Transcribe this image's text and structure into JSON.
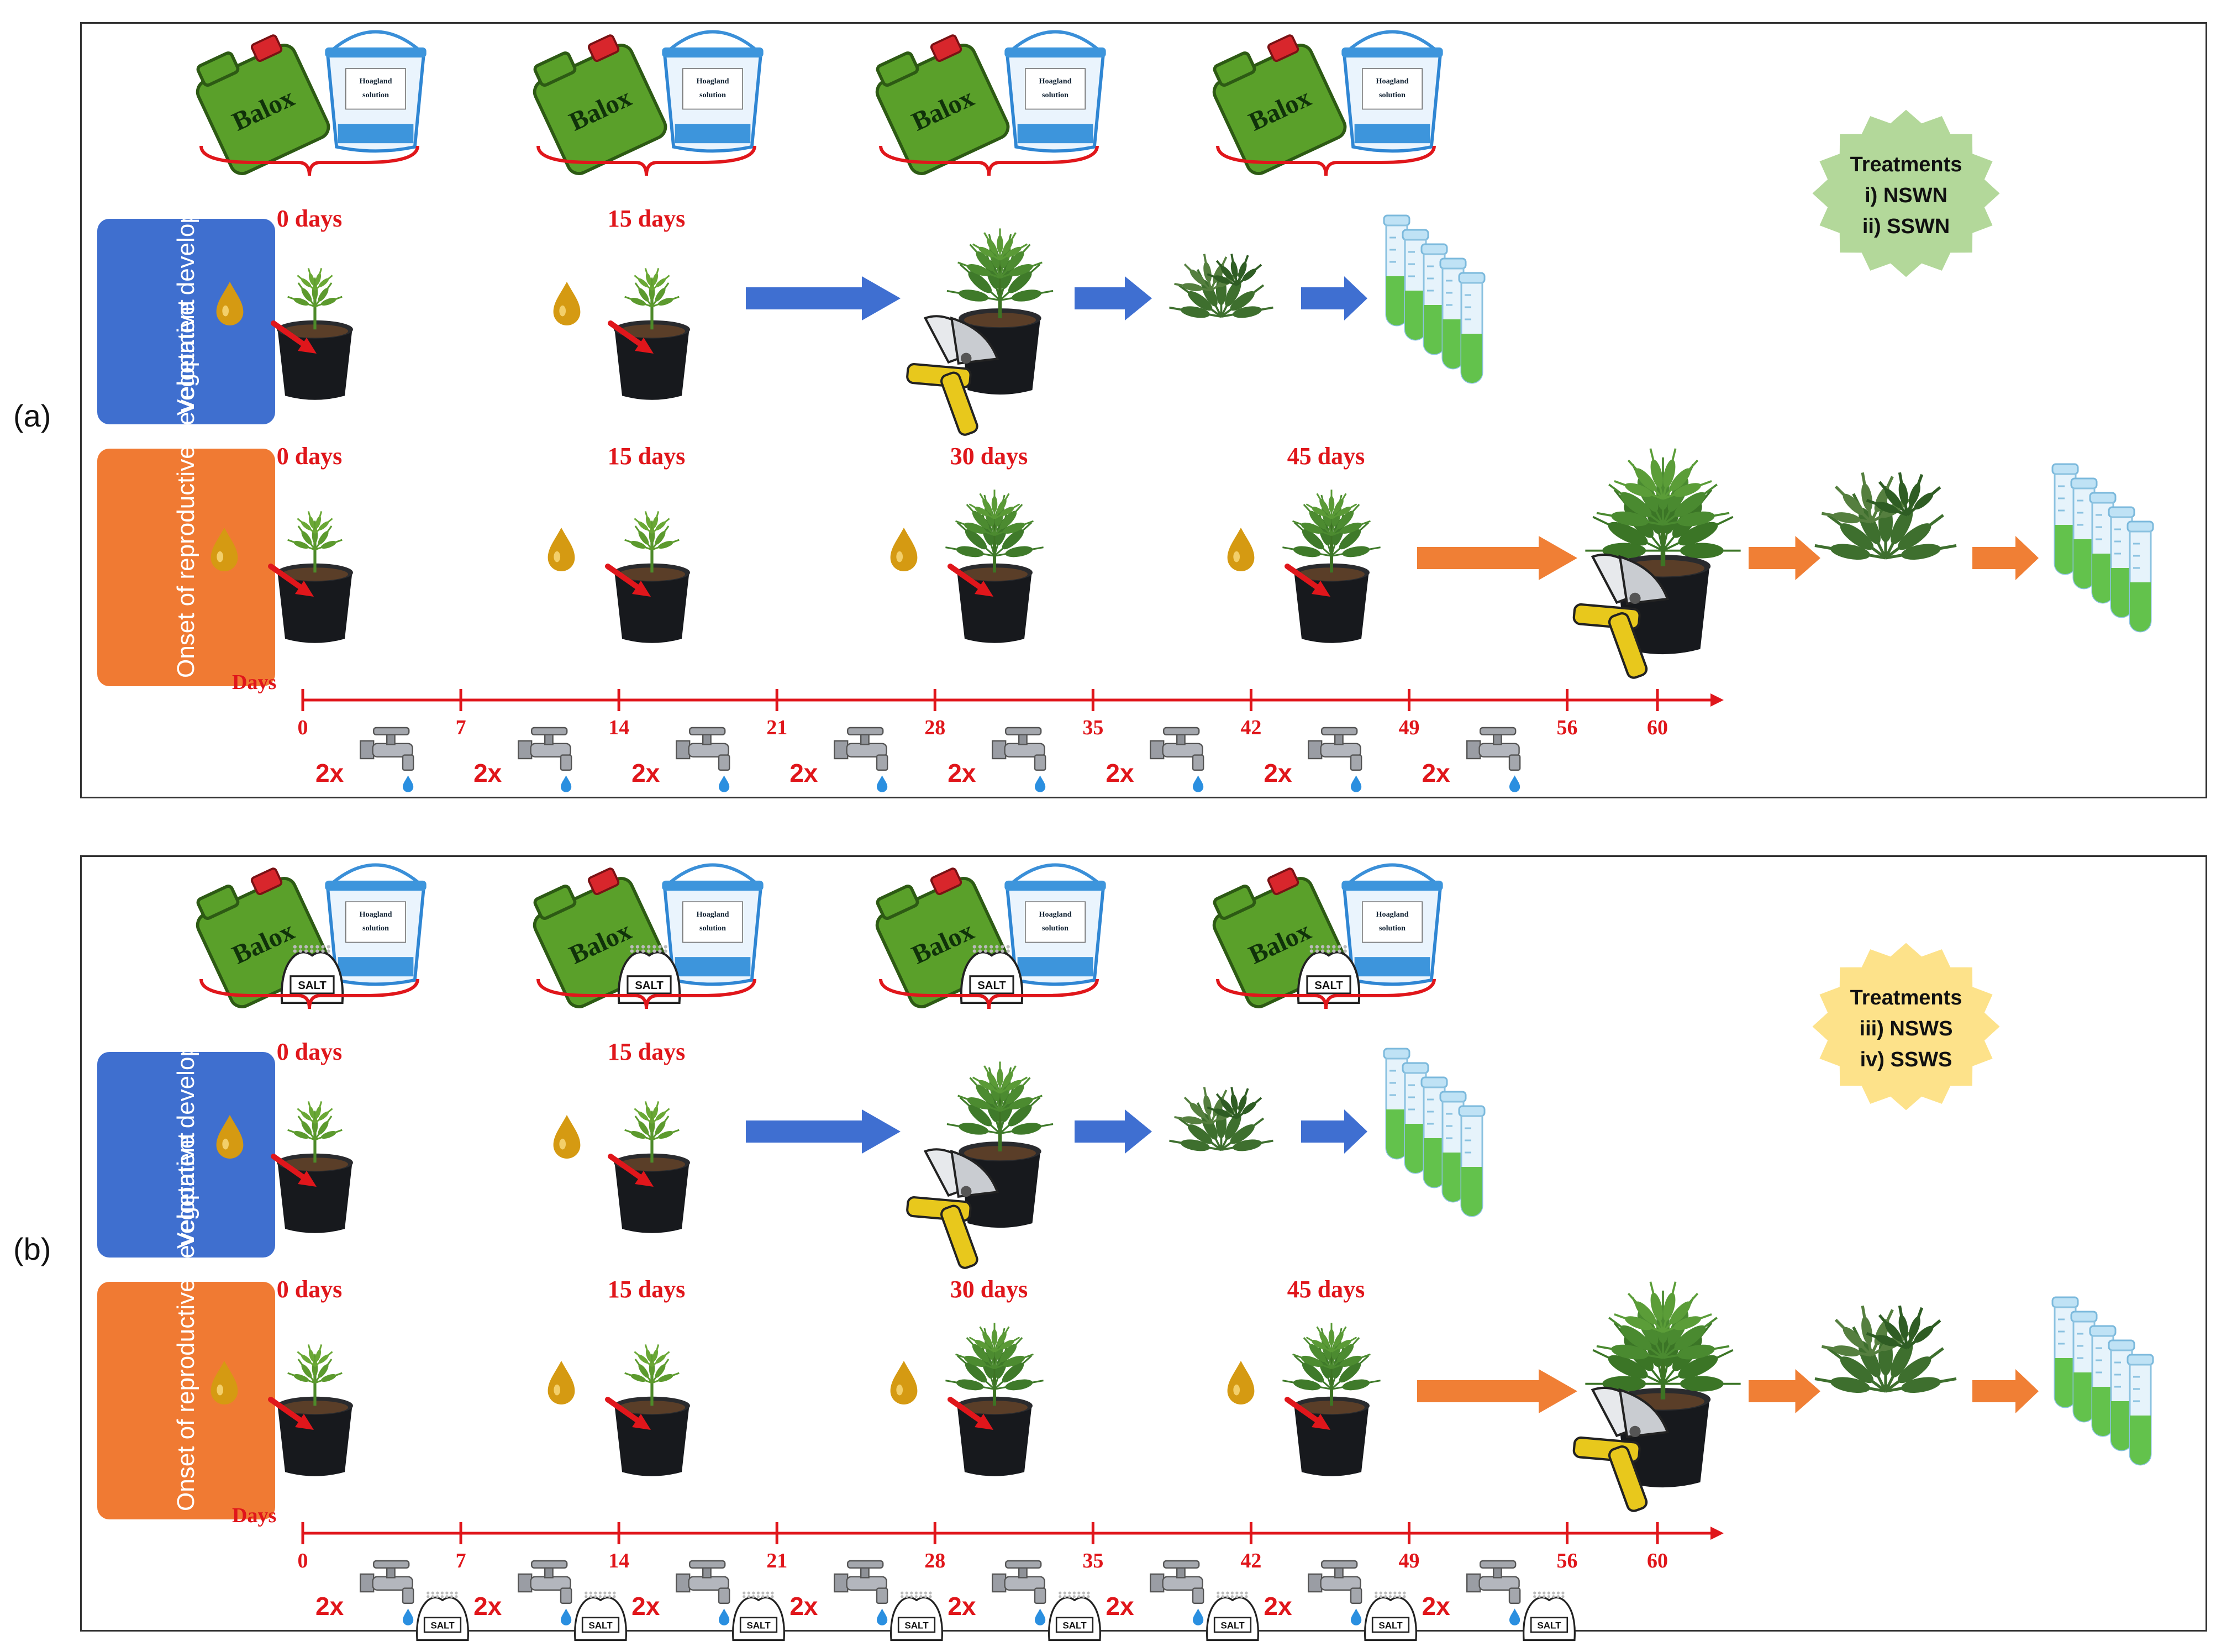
{
  "panels": [
    {
      "id": "a",
      "letter": "(a)",
      "treatment_title": "Treatments",
      "treatment_lines": [
        "i) NSWN",
        "ii) SSWN"
      ],
      "treatment_color": "#b3d89a",
      "with_salt": false
    },
    {
      "id": "b",
      "letter": "(b)",
      "treatment_title": "Treatments",
      "treatment_lines": [
        "iii) NSWS",
        "iv) SSWS"
      ],
      "treatment_color": "#fde28a",
      "with_salt": true
    }
  ],
  "stages": {
    "vegetative": "Vegetative development",
    "reproductive": "Onset of reproductive development"
  },
  "application_days": [
    "0 days",
    "15 days",
    "30 days",
    "45 days"
  ],
  "supplies": {
    "balox": "Balox",
    "hoagland": "Hoagland solution",
    "salt": "SALT"
  },
  "timeline": {
    "axis_label": "Days",
    "ticks": [
      "0",
      "7",
      "14",
      "21",
      "28",
      "35",
      "42",
      "49",
      "56",
      "60"
    ],
    "tick_values": [
      0,
      7,
      14,
      21,
      28,
      35,
      42,
      49,
      56,
      60
    ],
    "irrigation_frequency": "2x"
  },
  "colors": {
    "red": "#e0161b",
    "blue_arrow": "#3f6fd1",
    "orange_arrow": "#f07f35",
    "vegetative_box": "#3f6fcf",
    "reproductive_box": "#f07a33",
    "balox_green": "#5aa02a",
    "tube_liquid": "#63c24c"
  },
  "icons": [
    "balox-canister-icon",
    "hoagland-bucket-icon",
    "salt-bag-icon",
    "oil-drop-icon",
    "potted-plant-icon",
    "pruning-shears-icon",
    "cut-leaves-icon",
    "test-tubes-icon",
    "water-tap-icon"
  ]
}
